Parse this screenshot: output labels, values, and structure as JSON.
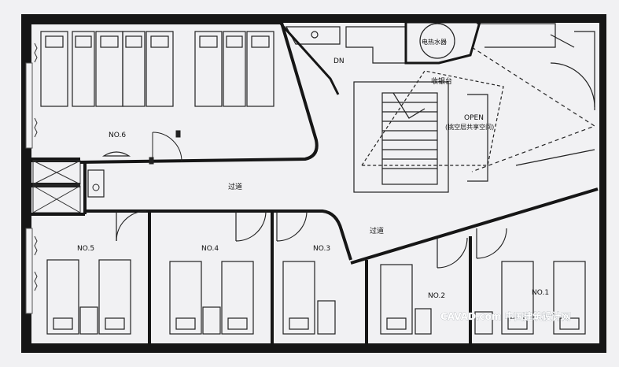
{
  "rooms": {
    "no6": "NO.6",
    "no5": "NO.5",
    "no4": "NO.4",
    "no3": "NO.3",
    "no2": "NO.2",
    "no1": "NO.1"
  },
  "labels": {
    "dn": "DN",
    "water_heater": "电热水器",
    "cashier": "收银台",
    "open": "OPEN",
    "open_sub": "(挑空层共享空间)",
    "corridor_left": "过道",
    "corridor_right": "过道"
  },
  "watermark": "CAVAD.com 中国建筑设计网",
  "colors": {
    "wall": "#161616",
    "line": "#333333",
    "paper": "#f1f1f3"
  }
}
